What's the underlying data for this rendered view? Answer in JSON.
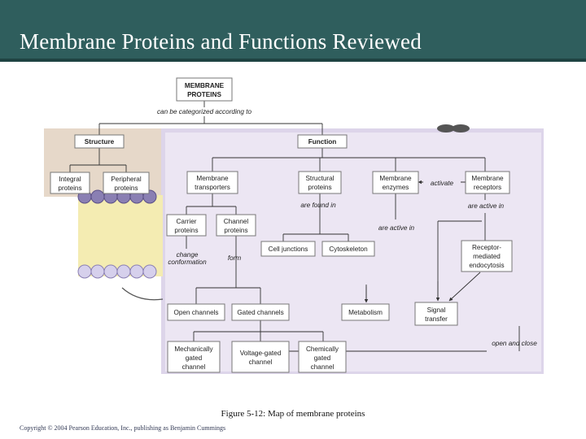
{
  "slide": {
    "title": "Membrane Proteins and Functions Reviewed",
    "caption": "Figure 5-12: Map of membrane proteins",
    "copyright": "Copyright © 2004 Pearson Education, Inc., publishing as Benjamin Cummings"
  },
  "diagram": {
    "root": [
      "MEMBRANE",
      "PROTEINS"
    ],
    "categorized": "can be categorized according to",
    "structure": "Structure",
    "function": "Function",
    "integral": [
      "Integral",
      "proteins"
    ],
    "peripheral": [
      "Peripheral",
      "proteins"
    ],
    "transporters": [
      "Membrane",
      "transporters"
    ],
    "structural": [
      "Structural",
      "proteins"
    ],
    "enzymes": [
      "Membrane",
      "enzymes"
    ],
    "receptors": [
      "Membrane",
      "receptors"
    ],
    "activate": "activate",
    "carrier": [
      "Carrier",
      "proteins"
    ],
    "channel": [
      "Channel",
      "proteins"
    ],
    "found_in": "are found in",
    "active_in_a": "are active in",
    "active_in_b": "are active in",
    "change_conf": [
      "change",
      "conformation"
    ],
    "form": "form",
    "cell_junctions": "Cell junctions",
    "cytoskeleton": "Cytoskeleton",
    "rme": [
      "Receptor-",
      "mediated",
      "endocytosis"
    ],
    "open_channels": "Open channels",
    "gated_channels": "Gated channels",
    "metabolism": "Metabolism",
    "signal": [
      "Signal",
      "transfer"
    ],
    "open_close": "open and close",
    "mech": [
      "Mechanically",
      "gated",
      "channel"
    ],
    "volt": [
      "Voltage-gated",
      "channel"
    ],
    "chem": [
      "Chemically",
      "gated",
      "channel"
    ]
  }
}
